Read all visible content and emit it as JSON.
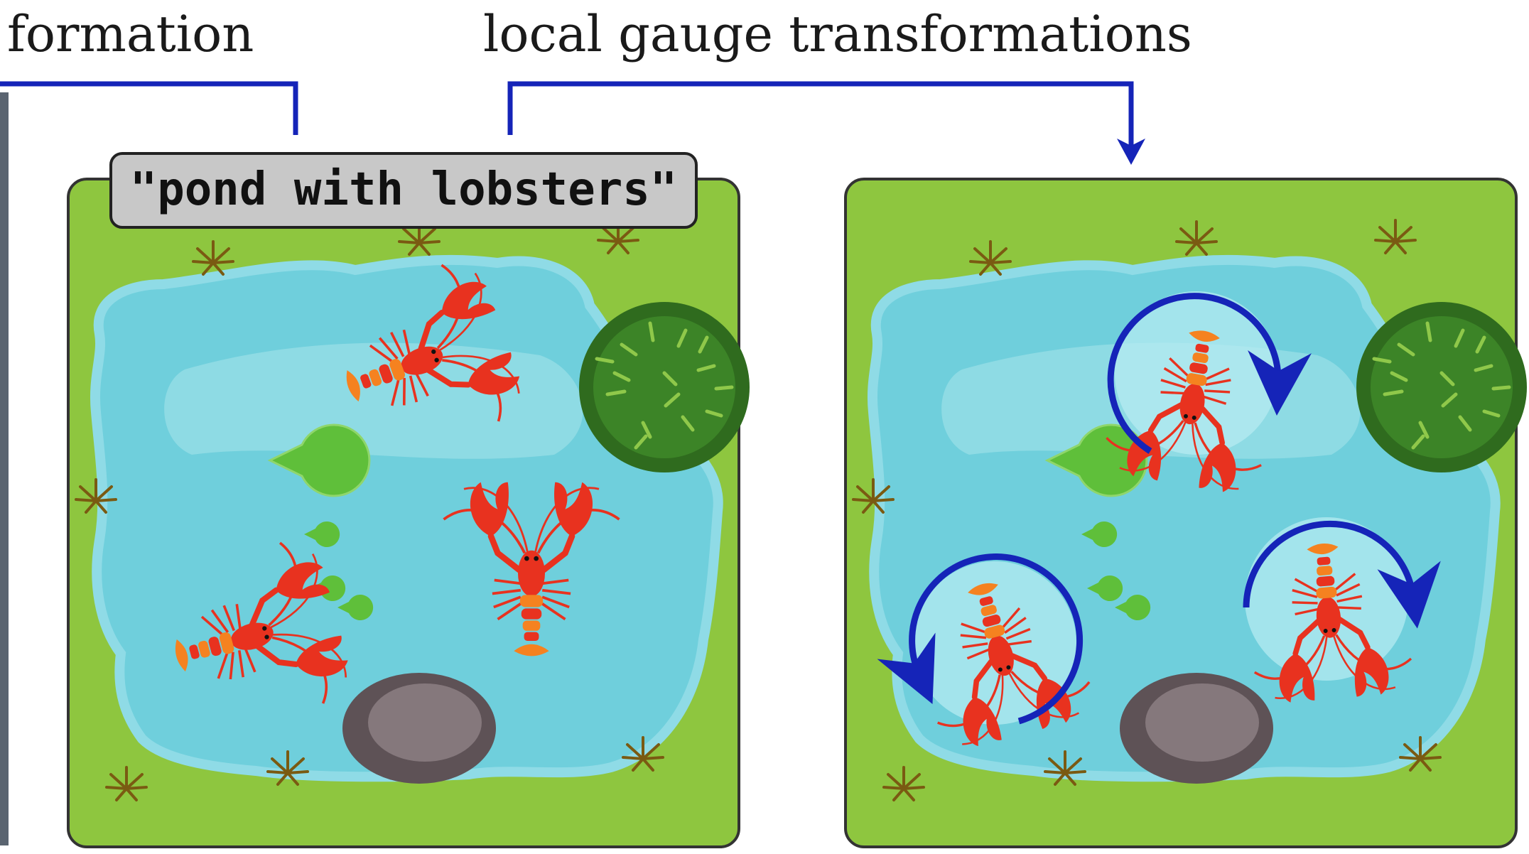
{
  "headers": {
    "left_partial": "formation",
    "right": "local gauge transformations"
  },
  "panel_label": "\"pond with lobsters\"",
  "panels": [
    {
      "name": "original-pond",
      "lobsters": 3,
      "rotated": false
    },
    {
      "name": "transformed-pond",
      "lobsters": 3,
      "rotated": true
    }
  ],
  "colors": {
    "grass": "#8ec63f",
    "water": "#6fcfdc",
    "water_light": "#a4e2ea",
    "lobster": "#e8321f",
    "lobster_tail": "#f58220",
    "lily_pad": "#5fbf3a",
    "rock": "#6e6266",
    "bush": "#2f6b1e",
    "arrow": "#1524b8",
    "label_box": "#c8c8c8"
  },
  "icons": [
    "lobster-icon",
    "lily-pad-icon",
    "rock-icon",
    "bush-icon",
    "weed-icon",
    "rotation-arrow-icon"
  ]
}
